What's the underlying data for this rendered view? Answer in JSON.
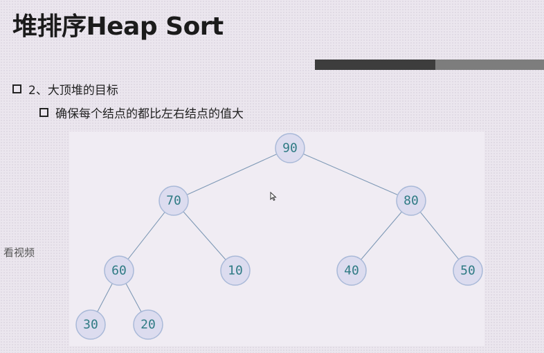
{
  "slide": {
    "title": "堆排序Heap Sort",
    "bullet_1": "2、大顶堆的目标",
    "bullet_2": "确保每个结点的都比左右结点的值大",
    "side_text": "看视频"
  },
  "tree": {
    "nodes": [
      {
        "id": "n90",
        "value": "90"
      },
      {
        "id": "n70",
        "value": "70"
      },
      {
        "id": "n80",
        "value": "80"
      },
      {
        "id": "n60",
        "value": "60"
      },
      {
        "id": "n10",
        "value": "10"
      },
      {
        "id": "n40",
        "value": "40"
      },
      {
        "id": "n50",
        "value": "50"
      },
      {
        "id": "n30",
        "value": "30"
      },
      {
        "id": "n20",
        "value": "20"
      }
    ],
    "edges": [
      [
        "n90",
        "n70"
      ],
      [
        "n90",
        "n80"
      ],
      [
        "n70",
        "n60"
      ],
      [
        "n70",
        "n10"
      ],
      [
        "n80",
        "n40"
      ],
      [
        "n80",
        "n50"
      ],
      [
        "n60",
        "n30"
      ],
      [
        "n60",
        "n20"
      ]
    ]
  },
  "colors": {
    "node_fill": "#dcdcef",
    "node_stroke": "#a9b9d8",
    "node_text": "#2f7b84",
    "edge": "#7d98b5"
  },
  "icons": {
    "cursor": "mouse-pointer-icon",
    "bullet": "square-bullet-icon"
  }
}
